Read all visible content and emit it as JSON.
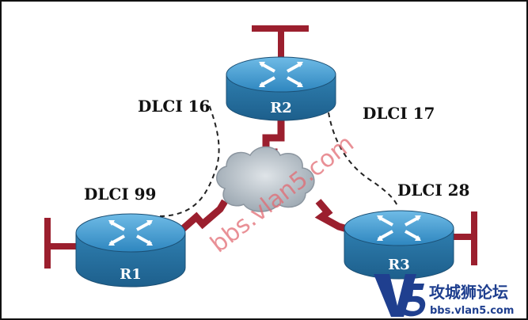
{
  "routers": {
    "r1": {
      "label": "R1"
    },
    "r2": {
      "label": "R2"
    },
    "r3": {
      "label": "R3"
    }
  },
  "dlci_labels": {
    "r2_to_r1": "DLCI 16",
    "r2_to_r3": "DLCI 17",
    "r1_to_r2": "DLCI 99",
    "r3_to_r2": "DLCI 28"
  },
  "watermark": {
    "text": "bbs.vlan5.com"
  },
  "logo": {
    "title": "攻城狮论坛",
    "url": "bbs.vlan5.com",
    "mark": "V5"
  },
  "colors": {
    "router_body": "#2f7fb0",
    "router_top": "#4da3d6",
    "serial_link": "#9b1f2e",
    "cloud": "#b9c3cc"
  }
}
